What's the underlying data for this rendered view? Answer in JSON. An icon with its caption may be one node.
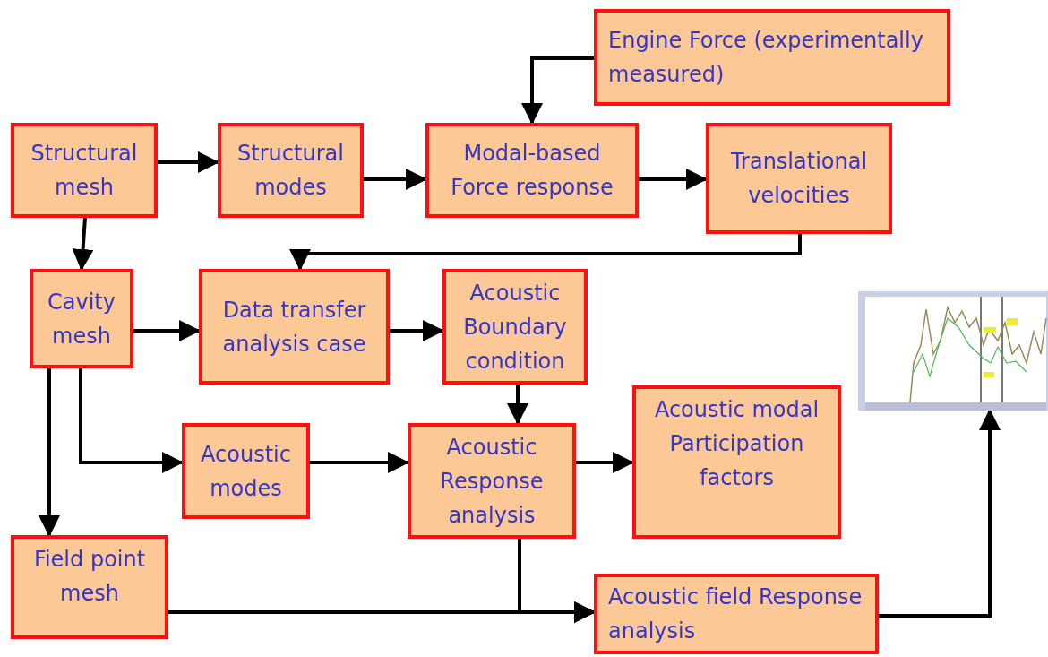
{
  "diagram": {
    "nodes": [
      {
        "text": [
          "Engine Force (experimentally measured)"
        ]
      },
      {
        "text": [
          "Structural mesh"
        ]
      },
      {
        "text": [
          "Structural modes"
        ]
      },
      {
        "text": [
          "Modal-based Force response"
        ]
      },
      {
        "text": [
          "Translational velocities"
        ]
      },
      {
        "text": [
          "Cavity mesh"
        ]
      },
      {
        "text": [
          "Data transfer analysis case"
        ]
      },
      {
        "text": [
          "Acoustic Boundary condition"
        ]
      },
      {
        "text": [
          "Acoustic modes"
        ]
      },
      {
        "text": [
          "Acoustic Response analysis"
        ]
      },
      {
        "text": [
          "Acoustic modal Participation factors"
        ]
      },
      {
        "text": [
          "Field point mesh"
        ]
      },
      {
        "text": [
          "Acoustic field Response analysis"
        ]
      },
      {
        "text": [],
        "shape": "picture"
      }
    ],
    "edges": [
      {
        "from": 0,
        "to": 3,
        "arrow": "to"
      },
      {
        "from": 1,
        "to": 2,
        "arrow": "to"
      },
      {
        "from": 2,
        "to": 3,
        "arrow": "to"
      },
      {
        "from": 3,
        "to": 4,
        "arrow": "to"
      },
      {
        "from": 4,
        "to": 6,
        "arrow": "to"
      },
      {
        "from": 1,
        "to": 5,
        "arrow": "to"
      },
      {
        "from": 5,
        "to": 6,
        "arrow": "to"
      },
      {
        "from": 6,
        "to": 7,
        "arrow": "to"
      },
      {
        "from": 7,
        "to": 9,
        "arrow": "to"
      },
      {
        "from": 5,
        "to": 8,
        "arrow": "to"
      },
      {
        "from": 8,
        "to": 9,
        "arrow": "to"
      },
      {
        "from": 9,
        "to": 10,
        "arrow": "to"
      },
      {
        "from": 5,
        "to": 11,
        "arrow": "to"
      },
      {
        "from": 11,
        "to": 12,
        "arrow": "to"
      },
      {
        "from": 9,
        "to": 12,
        "arrow": "to"
      },
      {
        "from": 12,
        "to": 13,
        "arrow": "to"
      }
    ]
  }
}
